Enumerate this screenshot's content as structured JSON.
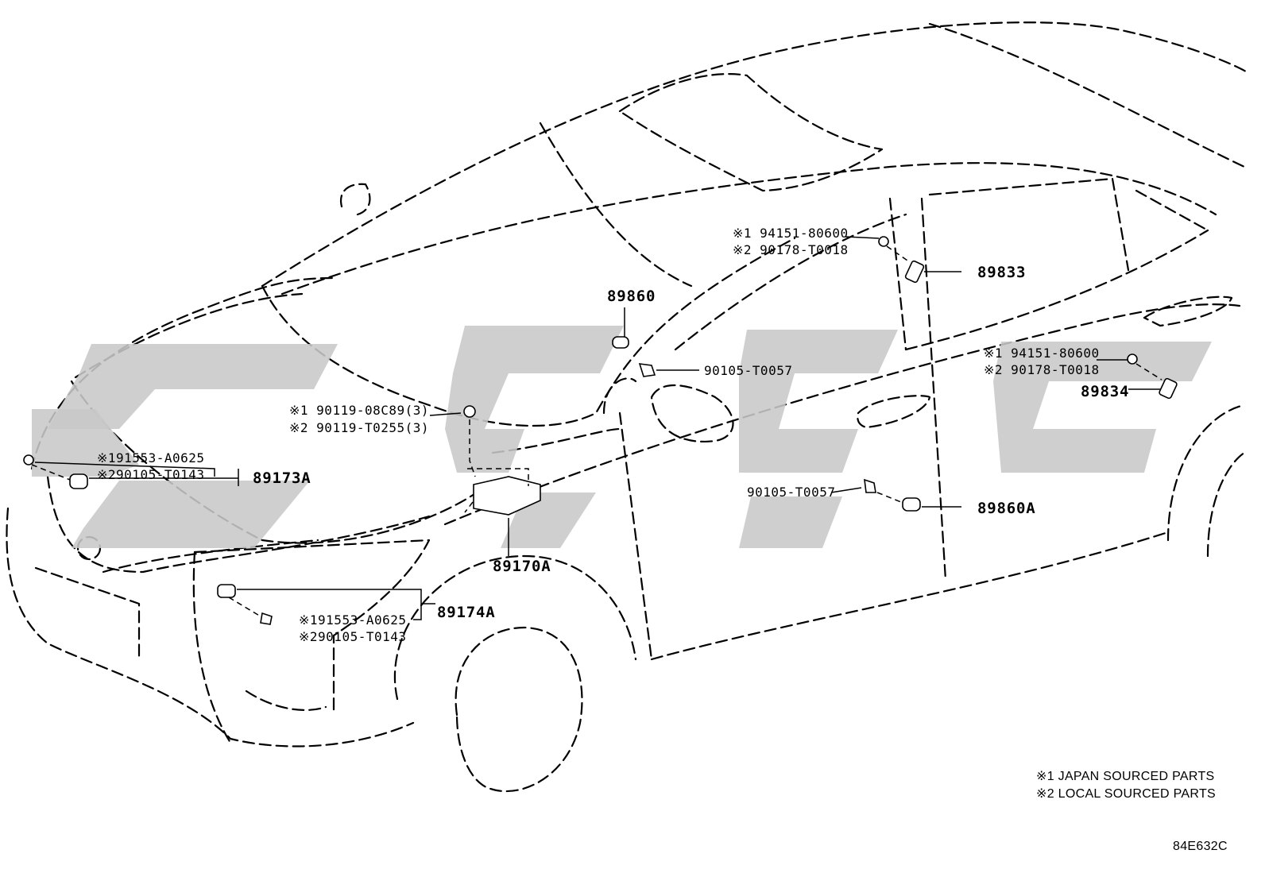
{
  "diagram": {
    "callouts": {
      "c89860": "89860",
      "c89833": "89833",
      "c89834": "89834",
      "c89860a": "89860A",
      "c89173a": "89173A",
      "c89174a": "89174A",
      "c89170a": "89170A",
      "p90105_mirror": "90105-T0057",
      "p90105_door": "90105-T0057",
      "up_j": "※1 94151-80600",
      "up_l": "※2 90178-T0018",
      "rr_j": "※1 94151-80600",
      "rr_l": "※2 90178-T0018",
      "ecu_j": "※1 90119-08C89(3)",
      "ecu_l": "※2 90119-T0255(3)",
      "fl_j": "※191553-A0625",
      "fl_l": "※290105-T0143",
      "fr_j": "※191553-A0625",
      "fr_l": "※290105-T0143"
    },
    "legend": {
      "japan": "※1 JAPAN SOURCED PARTS",
      "local": "※2 LOCAL SOURCED PARTS"
    },
    "figure_code": "84E632C"
  },
  "colors": {
    "line": "#000000",
    "watermark": "#c8c8c8",
    "background": "#ffffff"
  }
}
